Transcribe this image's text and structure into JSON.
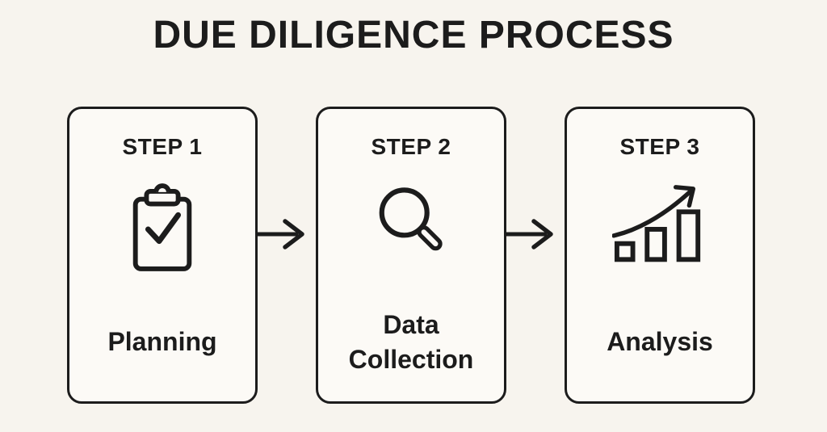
{
  "title": "DUE DILIGENCE PROCESS",
  "colors": {
    "background": "#f7f4ee",
    "card_background": "#fcfaf6",
    "ink": "#1c1c1c"
  },
  "steps": [
    {
      "step_label": "STEP 1",
      "name": "Planning",
      "icon": "clipboard-check-icon"
    },
    {
      "step_label": "STEP 2",
      "name": "Data Collection",
      "icon": "magnifying-glass-icon"
    },
    {
      "step_label": "STEP 3",
      "name": "Analysis",
      "icon": "growth-bar-chart-icon"
    }
  ],
  "connectors": [
    {
      "icon": "arrow-right-icon"
    },
    {
      "icon": "arrow-right-icon"
    }
  ]
}
